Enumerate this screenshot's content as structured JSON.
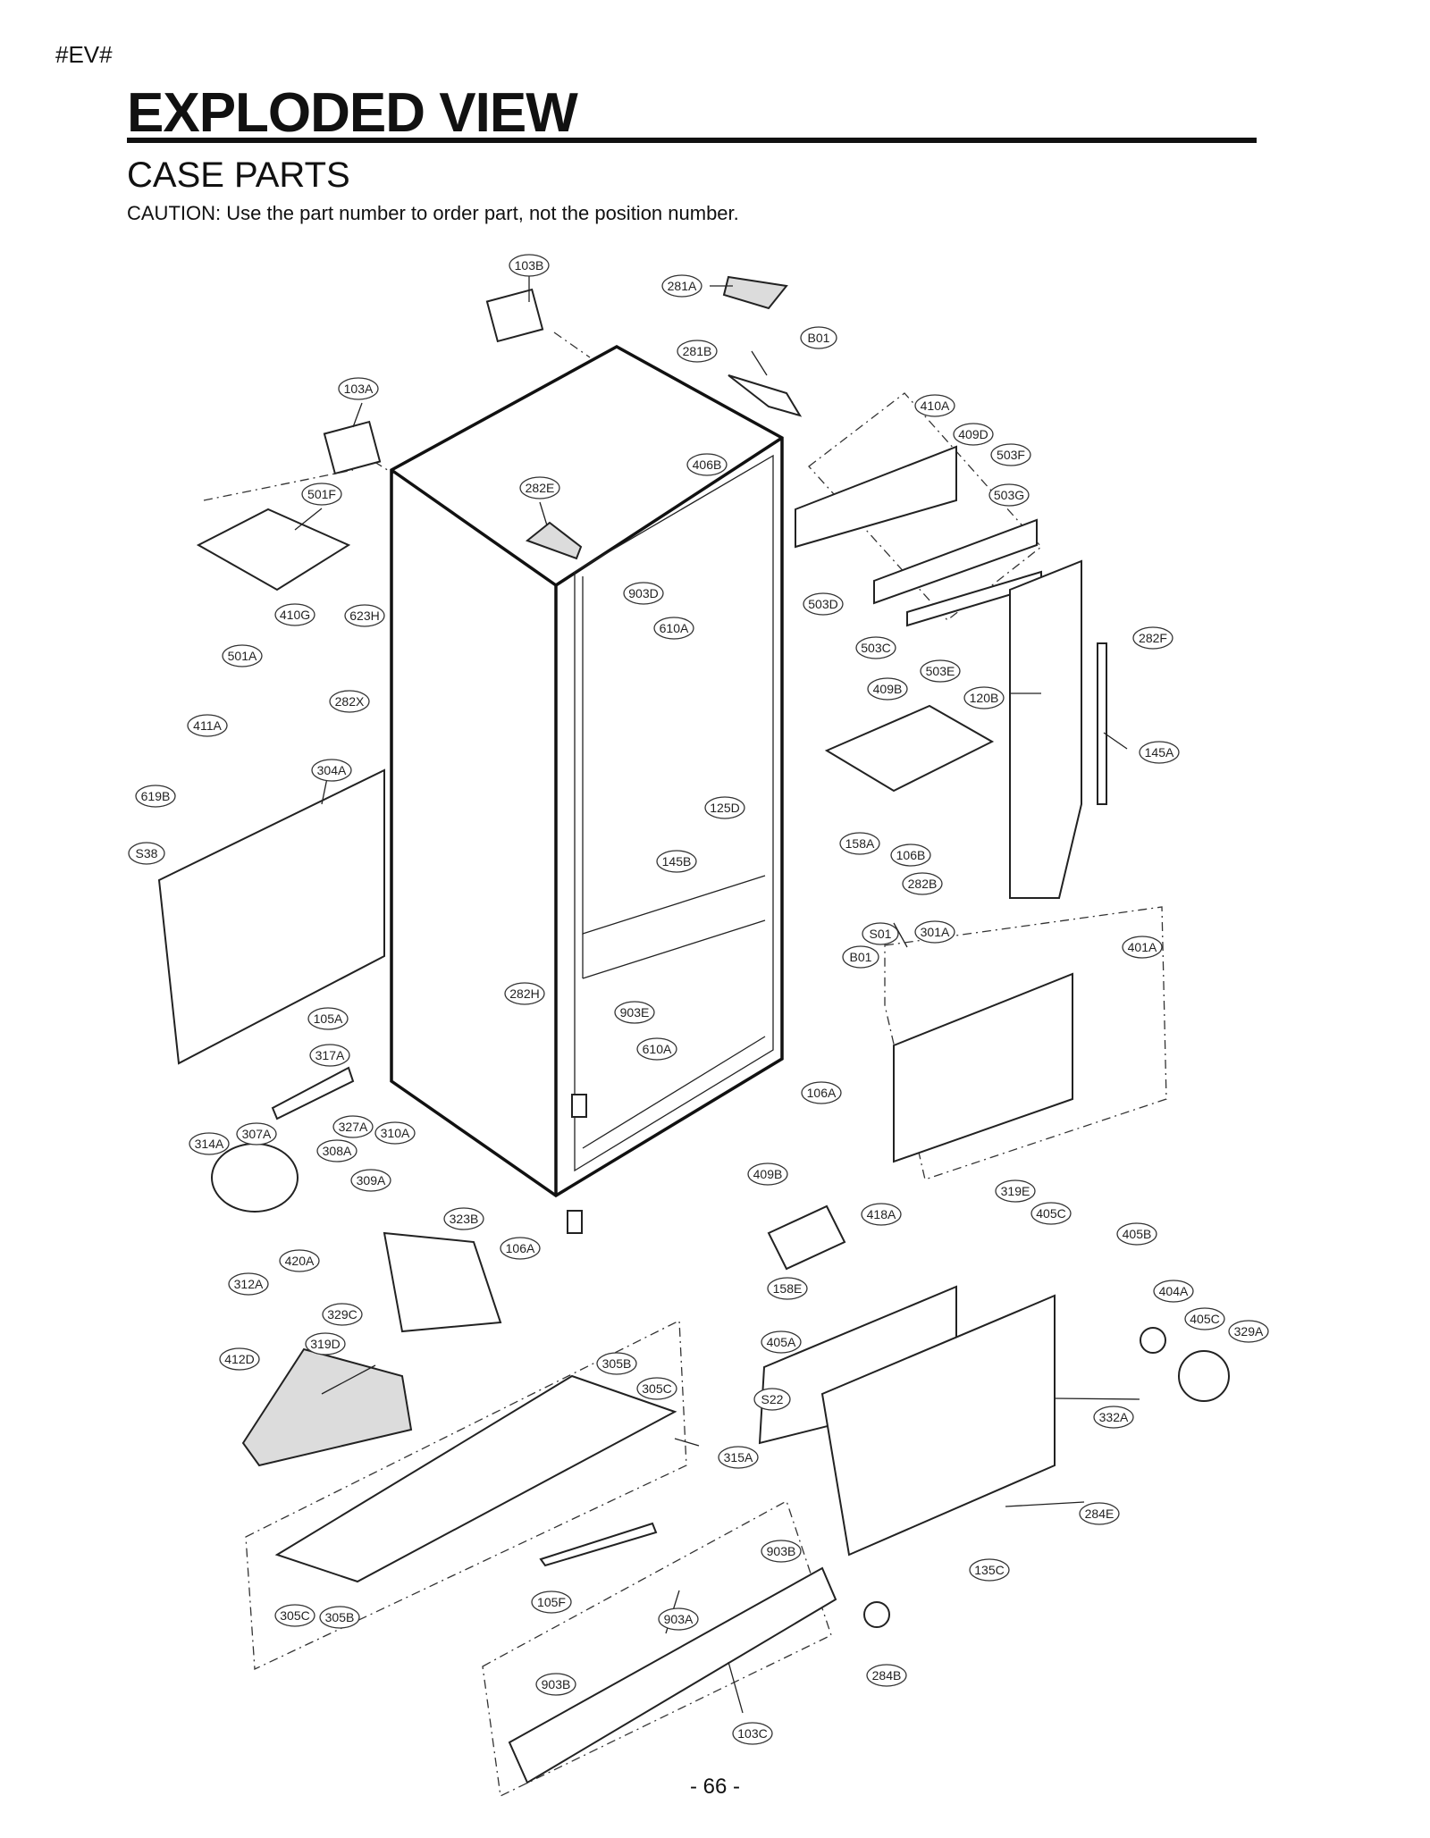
{
  "header": {
    "doc_tag": "#EV#",
    "title": "EXPLODED VIEW",
    "subtitle": "CASE PARTS",
    "caution": "CAUTION: Use the part number to order part, not the position number."
  },
  "footer": {
    "page_number": "- 66 -"
  },
  "labels": {
    "103B": "103B",
    "281A": "281A",
    "B01": "B01",
    "281B": "281B",
    "103A": "103A",
    "410A": "410A",
    "409D": "409D",
    "503F": "503F",
    "406B": "406B",
    "282E": "282E",
    "501F": "501F",
    "503G": "503G",
    "903D": "903D",
    "503D": "503D",
    "610A": "610A",
    "410G": "410G",
    "623H": "623H",
    "282F": "282F",
    "503C": "503C",
    "501A": "501A",
    "503E": "503E",
    "409B": "409B",
    "120B": "120B",
    "282X": "282X",
    "411A": "411A",
    "145A": "145A",
    "304A": "304A",
    "619B": "619B",
    "125D": "125D",
    "158A": "158A",
    "S38": "S38",
    "106B": "106B",
    "145B": "145B",
    "282B": "282B",
    "S01": "S01",
    "301A": "301A",
    "401A": "401A",
    "B01b": "B01",
    "282H": "282H",
    "903E": "903E",
    "105A": "105A",
    "610Ab": "610A",
    "317A": "317A",
    "106A": "106A",
    "327A": "327A",
    "307A": "307A",
    "310A": "310A",
    "314A": "314A",
    "308A": "308A",
    "409Bb": "409B",
    "309A": "309A",
    "319E": "319E",
    "405C": "405C",
    "418A": "418A",
    "323B": "323B",
    "405B": "405B",
    "106Ab": "106A",
    "420A": "420A",
    "158E": "158E",
    "404A": "404A",
    "312A": "312A",
    "329C": "329C",
    "405Cb": "405C",
    "329A": "329A",
    "405A": "405A",
    "319D": "319D",
    "412D": "412D",
    "305B": "305B",
    "305C": "305C",
    "S22": "S22",
    "332A": "332A",
    "315A": "315A",
    "284E": "284E",
    "903B": "903B",
    "135C": "135C",
    "105F": "105F",
    "305Cb": "305C",
    "305Bb": "305B",
    "903A": "903A",
    "284B": "284B",
    "903Bb": "903B",
    "103C": "103C"
  }
}
